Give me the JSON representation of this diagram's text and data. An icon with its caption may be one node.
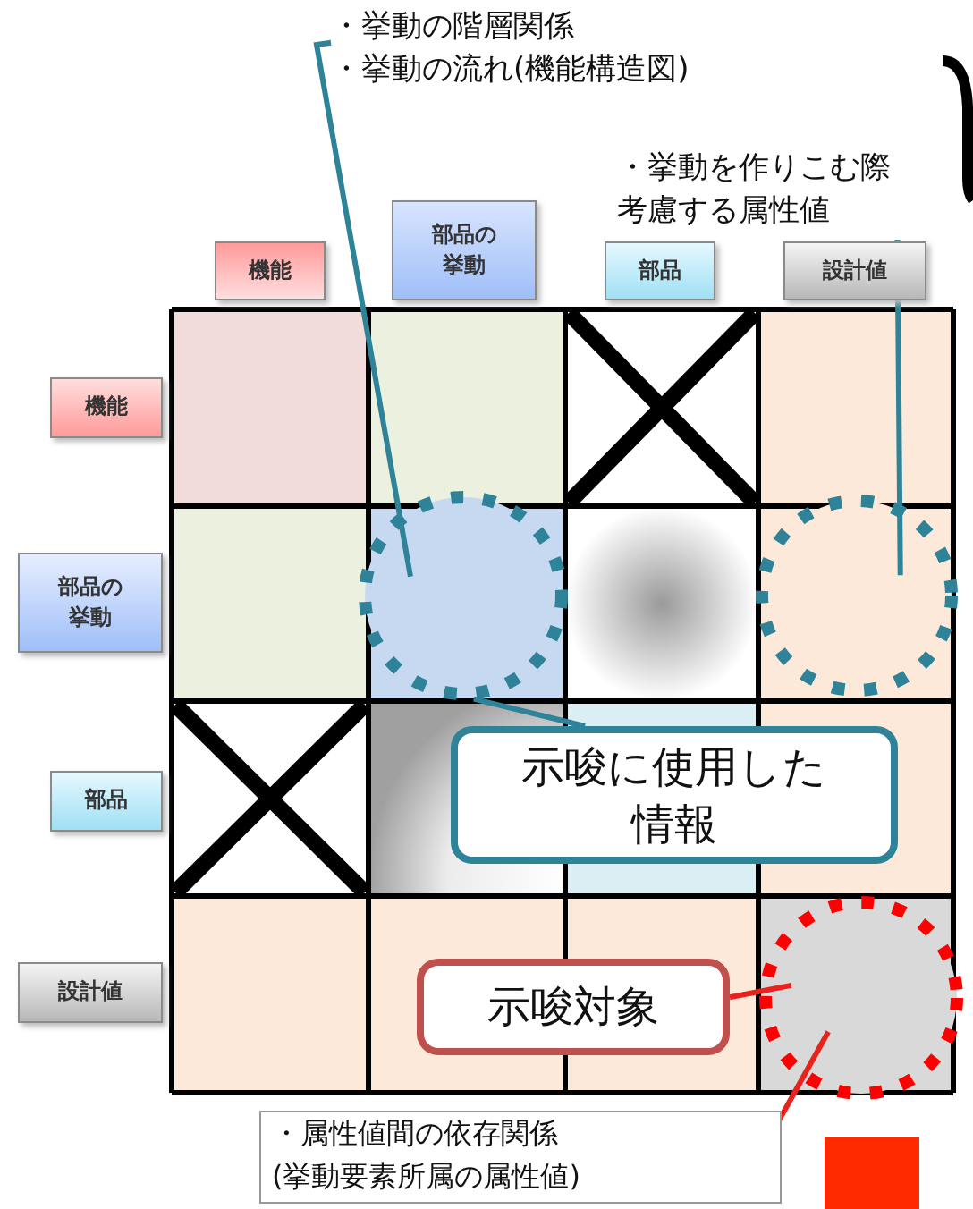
{
  "diagram": {
    "nodes": [
      {
        "text": [
          "・挙動の階層関係",
          "・挙動の流れ(機能構造図)"
        ]
      },
      {
        "text": [
          "・挙動を作りこむ際考慮する属性値"
        ]
      },
      {
        "text": [
          "機能"
        ]
      },
      {
        "text": [
          "部品の挙動"
        ]
      },
      {
        "text": [
          "部品"
        ]
      },
      {
        "text": [
          "設計値"
        ]
      },
      {
        "text": [
          "機能"
        ]
      },
      {
        "text": [],
        "shape": "circle"
      },
      {
        "text": [],
        "shape": "circle"
      },
      {
        "text": [
          "部品の挙動"
        ]
      },
      {
        "text": [
          "部品"
        ]
      },
      {
        "text": [
          "示唆に使用した情報"
        ]
      },
      {
        "text": [
          "設計値"
        ]
      },
      {
        "text": [
          "示唆対象"
        ]
      },
      {
        "text": [],
        "shape": "circle"
      },
      {
        "text": [
          "・属性値間の依存関係 (挙動要素所属の属性値)"
        ]
      }
    ],
    "edges": [
      {
        "from": 0,
        "to": 7,
        "arrow": "none"
      },
      {
        "from": 1,
        "to": 8,
        "arrow": "none"
      },
      {
        "from": 11,
        "to": 7,
        "arrow": "none"
      },
      {
        "from": 13,
        "to": 14,
        "arrow": "none",
        "color": "#e8231e"
      },
      {
        "from": 15,
        "to": 14,
        "arrow": "none",
        "color": "#e8231e"
      }
    ]
  }
}
